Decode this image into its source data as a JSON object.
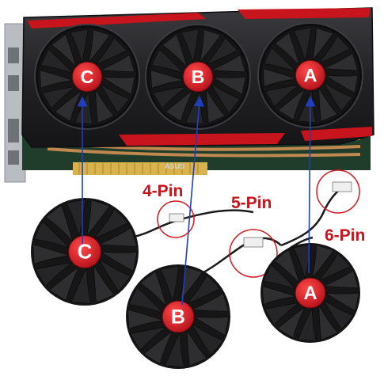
{
  "fans_on_card": [
    {
      "letter": "C"
    },
    {
      "letter": "B"
    },
    {
      "letter": "A"
    }
  ],
  "loose_fans": [
    {
      "letter": "C"
    },
    {
      "letter": "B"
    },
    {
      "letter": "A"
    }
  ],
  "connector_labels": {
    "pin4": "4-Pin",
    "pin5": "5-Pin",
    "pin6": "6-Pin"
  },
  "brand_text": "ASUS",
  "colors": {
    "badge_red": "#d31b22",
    "arrow_blue": "#1f3fbf",
    "label_red": "#c9141b",
    "card_red": "#c8141c",
    "fan_black": "#1a1a1a",
    "pcb_green": "#1f3d2a",
    "bracket_silver": "#b9bcc0"
  }
}
